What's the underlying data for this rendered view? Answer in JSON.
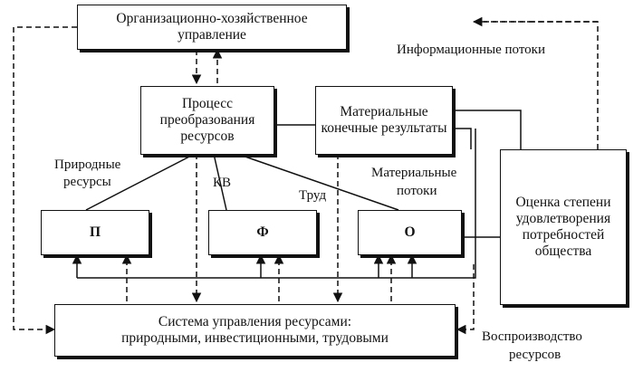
{
  "boxes": {
    "org_management": "Организационно-хозяйственное управление",
    "process": "Процесс преобразования ресурсов",
    "material_results": "Материальные конечные результаты",
    "p": "П",
    "f": "Ф",
    "o": "О",
    "assessment": "Оценка степени удовлетворения потребностей общества",
    "resource_system_line1": "Система управления ресурсами:",
    "resource_system_line2": "природными, инвестиционными, трудовыми"
  },
  "labels": {
    "info_flows": "Информационные потоки",
    "natural_resources_1": "Природные",
    "natural_resources_2": "ресурсы",
    "kv": "КВ",
    "labor": "Труд",
    "material_flows_1": "Материальные",
    "material_flows_2": "потоки",
    "reproduction_1": "Воспроизводство",
    "reproduction_2": "ресурсов"
  }
}
